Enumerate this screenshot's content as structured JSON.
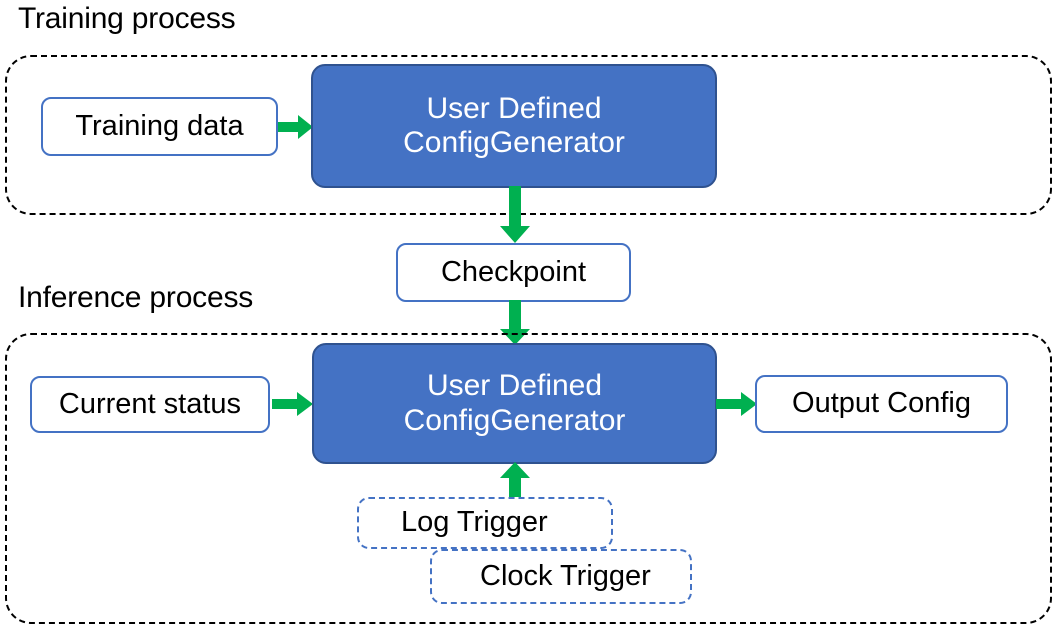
{
  "diagram": {
    "title_top": "Training process",
    "title_bottom": "Inference process",
    "colors": {
      "node_fill_blue": "#4472C4",
      "node_border_blue": "#2F528F",
      "outline_blue": "#4472C4",
      "arrow_green": "#00B050",
      "container_dash_black": "#000000",
      "text_black": "#000000",
      "text_white": "#FFFFFF"
    },
    "groups": [
      {
        "name": "training-process",
        "label": "Training process"
      },
      {
        "name": "inference-process",
        "label": "Inference process"
      }
    ],
    "nodes": [
      {
        "id": "training-data",
        "label": "Training data",
        "style": "outline"
      },
      {
        "id": "training-generator",
        "label_line1": "User Defined",
        "label_line2": "ConfigGenerator",
        "style": "filled"
      },
      {
        "id": "checkpoint",
        "label": "Checkpoint",
        "style": "outline"
      },
      {
        "id": "current-status",
        "label": "Current status",
        "style": "outline"
      },
      {
        "id": "inference-generator",
        "label_line1": "User Defined",
        "label_line2": "ConfigGenerator",
        "style": "filled"
      },
      {
        "id": "output-config",
        "label": "Output Config",
        "style": "outline"
      },
      {
        "id": "log-trigger",
        "label": "Log Trigger",
        "style": "dashed-blue"
      },
      {
        "id": "clock-trigger",
        "label": "Clock Trigger",
        "style": "dashed-blue"
      }
    ],
    "edges": [
      {
        "from": "training-data",
        "to": "training-generator",
        "direction": "right"
      },
      {
        "from": "training-generator",
        "to": "checkpoint",
        "direction": "down"
      },
      {
        "from": "checkpoint",
        "to": "inference-generator",
        "direction": "down"
      },
      {
        "from": "current-status",
        "to": "inference-generator",
        "direction": "right"
      },
      {
        "from": "inference-generator",
        "to": "output-config",
        "direction": "right"
      },
      {
        "from": "log-trigger",
        "to": "inference-generator",
        "direction": "up"
      }
    ]
  }
}
